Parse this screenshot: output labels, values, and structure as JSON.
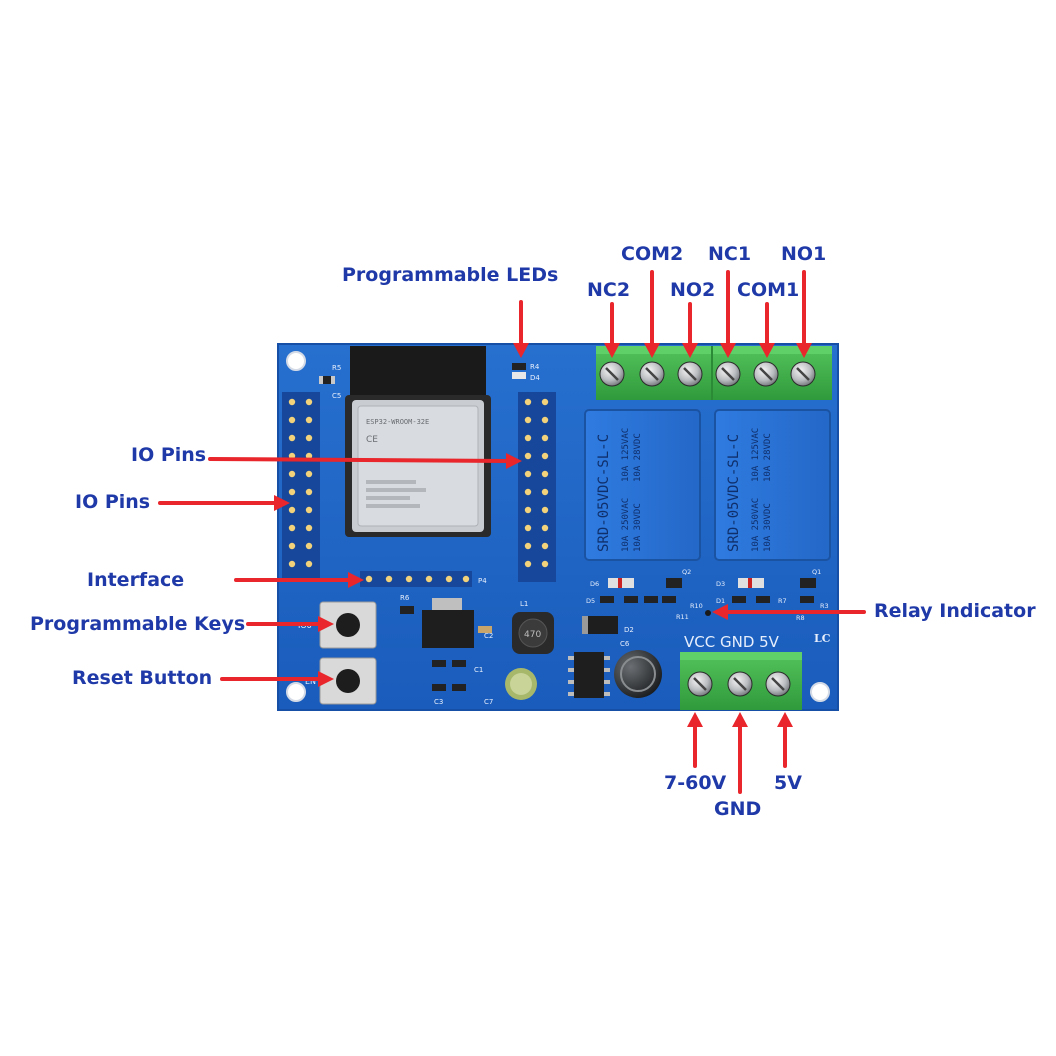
{
  "labels": {
    "programmable_leds": "Programmable LEDs",
    "io_pins_inner": "IO Pins",
    "io_pins_outer": "IO Pins",
    "interface": "Interface",
    "programmable_keys": "Programmable Keys",
    "reset_button": "Reset Button",
    "relay_indicator": "Relay Indicator",
    "nc2": "NC2",
    "com2": "COM2",
    "no2": "NO2",
    "nc1": "NC1",
    "com1": "COM1",
    "no1": "NO1",
    "vcc_range": "7-60V",
    "gnd": "GND",
    "five_v": "5V"
  },
  "board_silkscreen": {
    "power_header": "VCC GND 5V",
    "relay_model": "SRD-05VDC-SL-C",
    "relay_rating_1": "10A 250VAC",
    "relay_rating_2": "10A 30VDC",
    "relay_rating_3": "10A 125VAC",
    "relay_rating_4": "10A 28VDC",
    "logo": "LC",
    "module_name": "ESP32-WROOM-32E",
    "io0": "IO0",
    "en": "EN",
    "inductor": "470",
    "r5": "R5",
    "c5": "C5",
    "r4": "R4",
    "d4": "D4",
    "p4": "P4",
    "r6": "R6",
    "c2": "C2",
    "c1": "C1",
    "c3": "C3",
    "c7": "C7",
    "l1": "L1",
    "d2": "D2",
    "c6": "C6",
    "d6": "D6",
    "d5": "D5",
    "q2": "Q2",
    "r10": "R10",
    "r11": "R11",
    "d3": "D3",
    "d1": "D1",
    "q1": "Q1",
    "r3": "R3",
    "r7": "R7",
    "r8": "R8"
  },
  "colors": {
    "board": "#1d63c4",
    "label_text": "#1f3aa8",
    "arrow": "#e8262b",
    "relay_body": "#2b73d6",
    "terminal_green": "#3fae4a"
  }
}
